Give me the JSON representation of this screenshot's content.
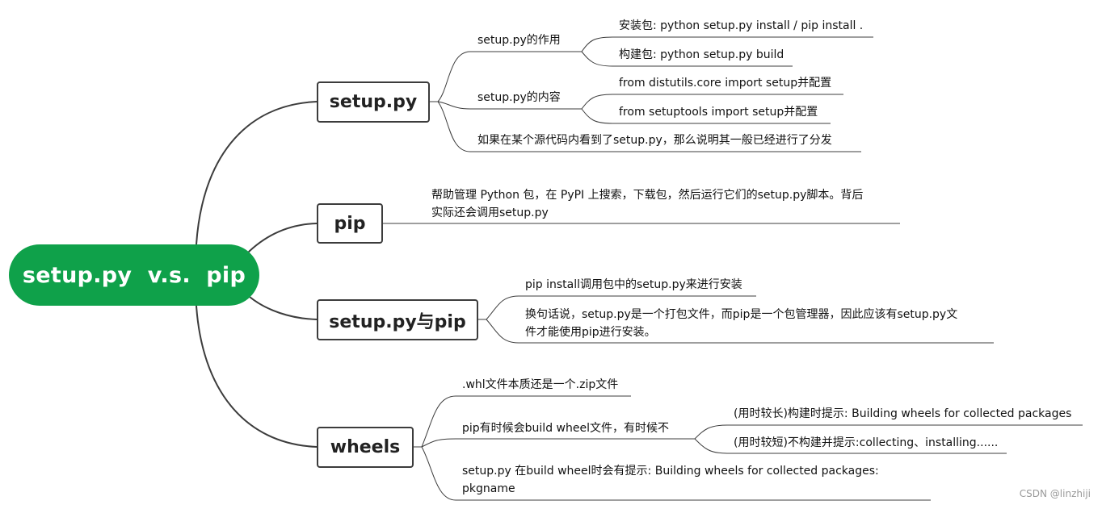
{
  "root": {
    "label": "setup.py  v.s.  pip"
  },
  "topics": {
    "setup_py": {
      "label": "setup.py",
      "role": "setup.py的作用",
      "role_items": [
        "安装包: python setup.py install / pip install .",
        "构建包: python setup.py build"
      ],
      "content": "setup.py的内容",
      "content_items": [
        "from distutils.core import setup并配置",
        "from setuptools import setup并配置"
      ],
      "note": "如果在某个源代码内看到了setup.py，那么说明其一般已经进行了分发"
    },
    "pip": {
      "label": "pip",
      "line1": "帮助管理 Python 包，在 PyPI 上搜索，下载包，然后运行它们的setup.py脚本。背后",
      "line2": "实际还会调用setup.py"
    },
    "relation": {
      "label": "setup.py与pip",
      "item1": "pip install调用包中的setup.py来进行安装",
      "item2_line1": "换句话说，setup.py是一个打包文件，而pip是一个包管理器，因此应该有setup.py文",
      "item2_line2": "件才能使用pip进行安装。"
    },
    "wheels": {
      "label": "wheels",
      "item1": ".whl文件本质还是一个.zip文件",
      "item2": "pip有时候会build wheel文件，有时候不",
      "item2_children": [
        "(用时较长)构建时提示: Building wheels for collected packages",
        "(用时较短)不构建并提示:collecting、installing......"
      ],
      "item3_line1": "setup.py 在build wheel时会有提示: Building wheels for collected packages:",
      "item3_line2": "pkgname"
    }
  },
  "watermark": "CSDN @linzhiji",
  "colors": {
    "root_fill": "#0fa14a",
    "root_text": "#ffffff",
    "line": "#3c3c3c"
  }
}
